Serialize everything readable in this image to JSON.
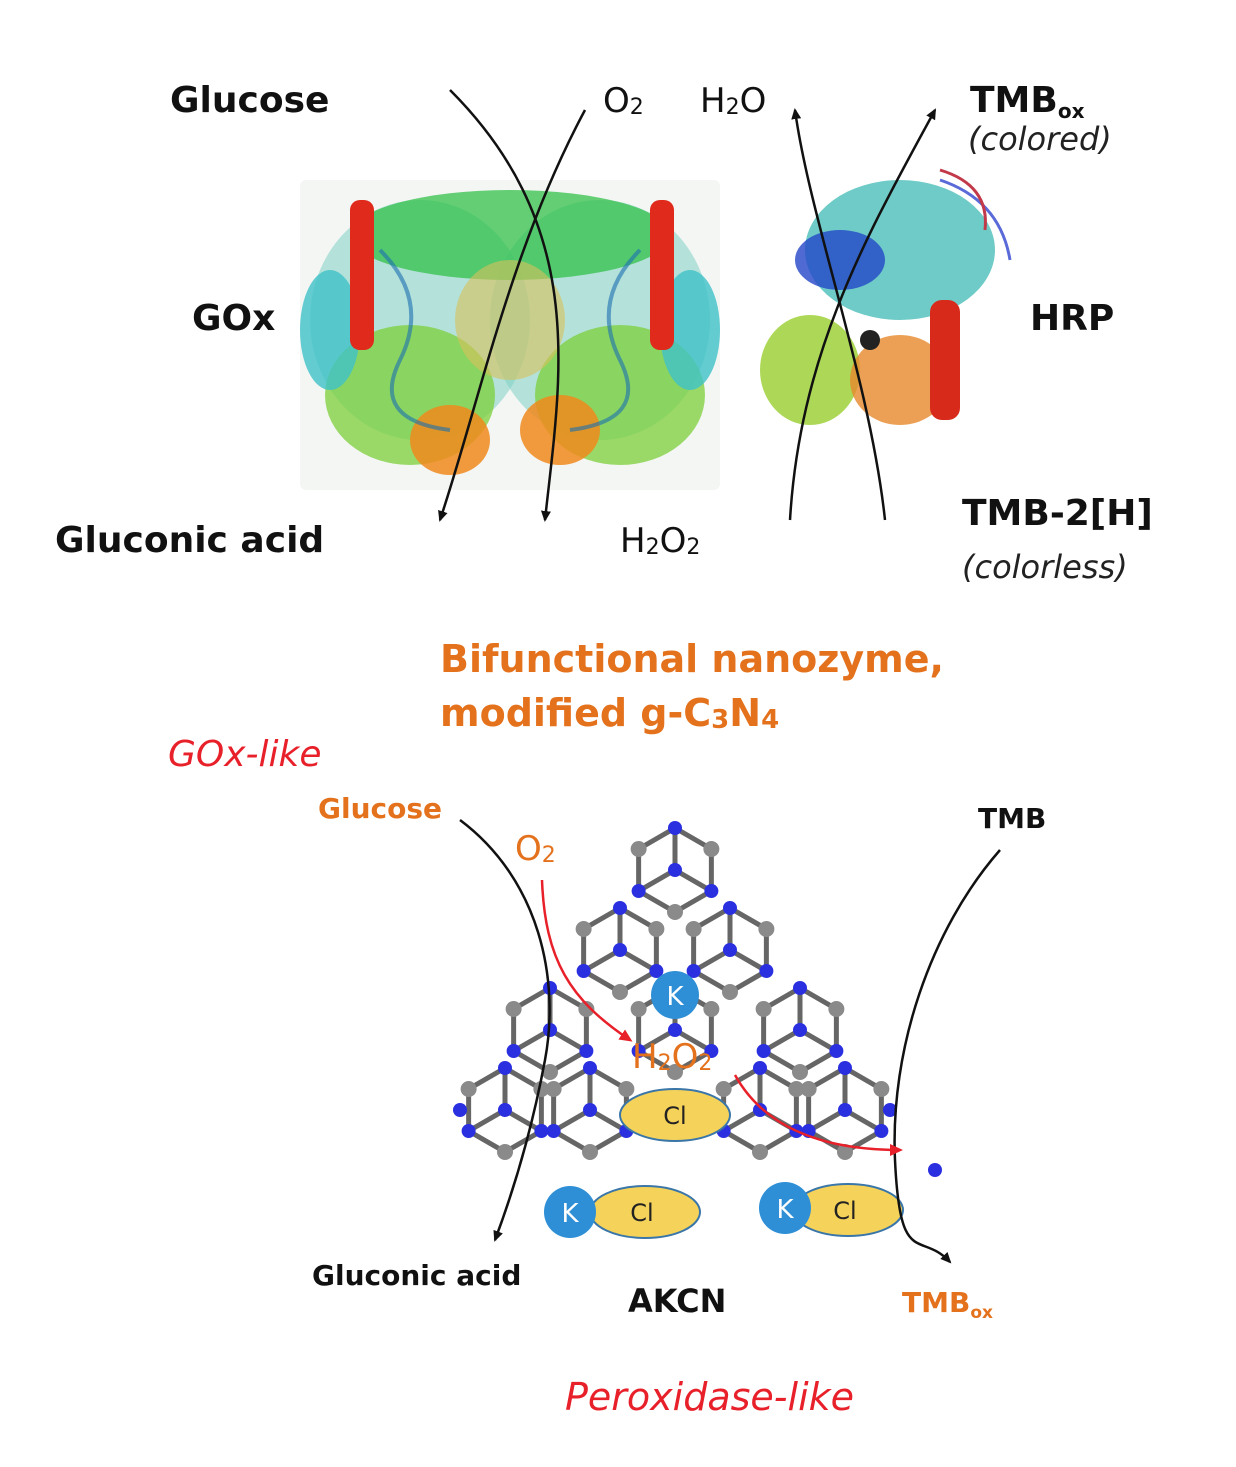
{
  "top": {
    "gox": {
      "substrate": "Glucose",
      "cosubstrate": "O2",
      "enzyme": "GOx",
      "product": "Gluconic acid",
      "coproduct": "H2O2"
    },
    "hrp": {
      "product_water": "H2O",
      "product_main": "TMB",
      "product_main_sub": "ox",
      "product_note": "(colored)",
      "enzyme": "HRP",
      "substrate": "TMB-2[H]",
      "substrate_note": "(colorless)"
    }
  },
  "nanozyme_title": {
    "line1": "Bifunctional nanozyme,",
    "line2": "modified g-C3N4"
  },
  "bottom": {
    "gox_like": "GOx-like",
    "substrate": "Glucose",
    "oxygen": "O2",
    "peroxide": "H2O2",
    "tmb": "TMB",
    "gluconic_acid": "Gluconic acid",
    "material": "AKCN",
    "tmb_ox": "TMB",
    "tmb_ox_sub": "ox",
    "peroxidase_like": "Peroxidase-like",
    "ion_k": "K",
    "ion_cl": "Cl"
  },
  "colors": {
    "orange": "#e4711c",
    "red": "#e8202a",
    "nitrogen": "#2a2fe0",
    "carbon": "#8a8a8a",
    "potassium": "#2f8fd6",
    "chloride": "#f5d25a"
  }
}
